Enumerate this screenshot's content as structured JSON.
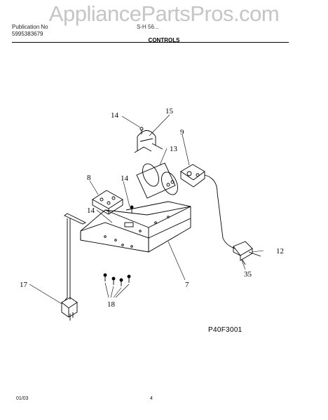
{
  "watermark": "AppliancePartsPros.com",
  "header": {
    "publication_label": "Publication No",
    "publication_number": "5995383679",
    "model": "S-H 56...",
    "section_title": "CONTROLS"
  },
  "callouts": [
    "14",
    "15",
    "9",
    "13",
    "8",
    "14",
    "14",
    "12",
    "35",
    "17",
    "7",
    "18"
  ],
  "figure_code": "P40F3001",
  "footer": {
    "date": "01/03",
    "page": "4"
  }
}
